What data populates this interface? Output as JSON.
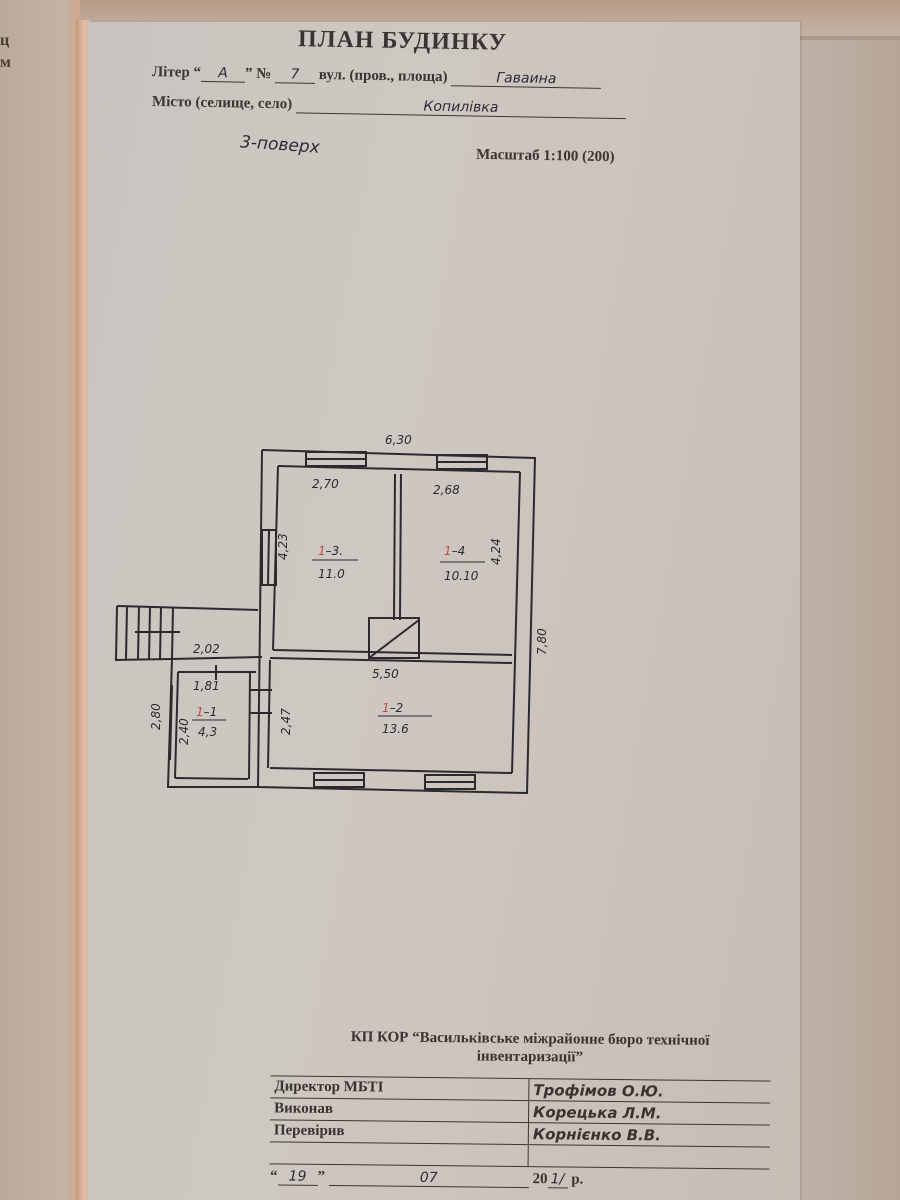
{
  "document": {
    "title": "ПЛАН БУДИНКУ",
    "liter_label": "Літер",
    "liter_value": "А",
    "number_label": "№",
    "number_value": "7",
    "street_label": "вул. (пров., площа)",
    "street_value": "Гаваина",
    "city_label": "Місто (селище, село)",
    "city_value": "Копилівка",
    "floor_note": "3-поверх",
    "scale": "Масштаб 1:100 (200)"
  },
  "left_page_fragments": [
    "ц",
    "м"
  ],
  "floor_plan": {
    "overall_width": "6,30",
    "overall_length": "7,80",
    "rooms": [
      {
        "id": "1-1",
        "area": "4.3",
        "width": "1,81",
        "length": "2,40"
      },
      {
        "id": "1-2",
        "area": "13.6",
        "width": "5,50",
        "length": "2,47"
      },
      {
        "id": "1-3",
        "area": "11.0",
        "width": "2,70",
        "length": "4,23"
      },
      {
        "id": "1-4",
        "area": "10.10",
        "width": "2,68",
        "length": "4,24"
      }
    ],
    "porch_width": "2,02",
    "porch_length": "2,80"
  },
  "footer": {
    "organization": "КП КОР “Васильківське міжрайонне бюро технічної інвентаризації”",
    "rows": [
      {
        "label": "Директор МБТІ",
        "value": "Трофімов О.Ю."
      },
      {
        "label": "Виконав",
        "value": "Корецька Л.М."
      },
      {
        "label": "Перевірив",
        "value": "Корнієнко В.В."
      },
      {
        "label": "",
        "value": ""
      }
    ],
    "date_day": "19",
    "date_month": "07",
    "date_year_prefix": "20",
    "date_year_suffix": "1/",
    "date_suffix": "р."
  }
}
